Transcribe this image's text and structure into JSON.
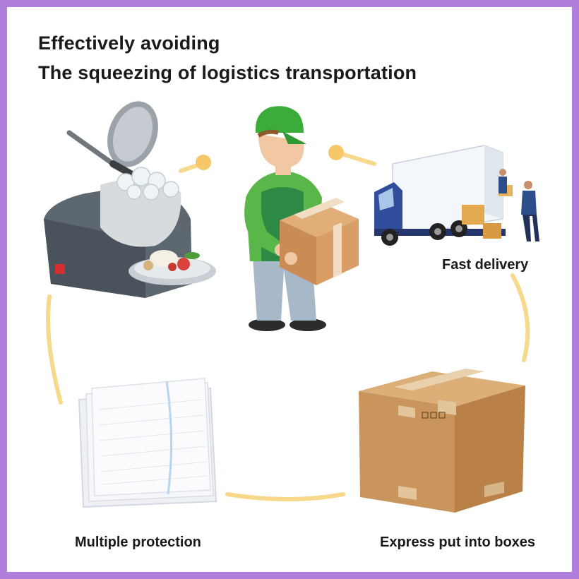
{
  "headline": {
    "line1": "Effectively avoiding",
    "line2": "The squeezing of logistics transportation"
  },
  "captions": {
    "fast_delivery": "Fast delivery",
    "multiple_protection": "Multiple protection",
    "express_boxes": "Express put into boxes"
  },
  "colors": {
    "frame": "#b07fdc",
    "connector": "#f7d37a",
    "box": "#c9955c",
    "cap": "#4cae3c"
  }
}
